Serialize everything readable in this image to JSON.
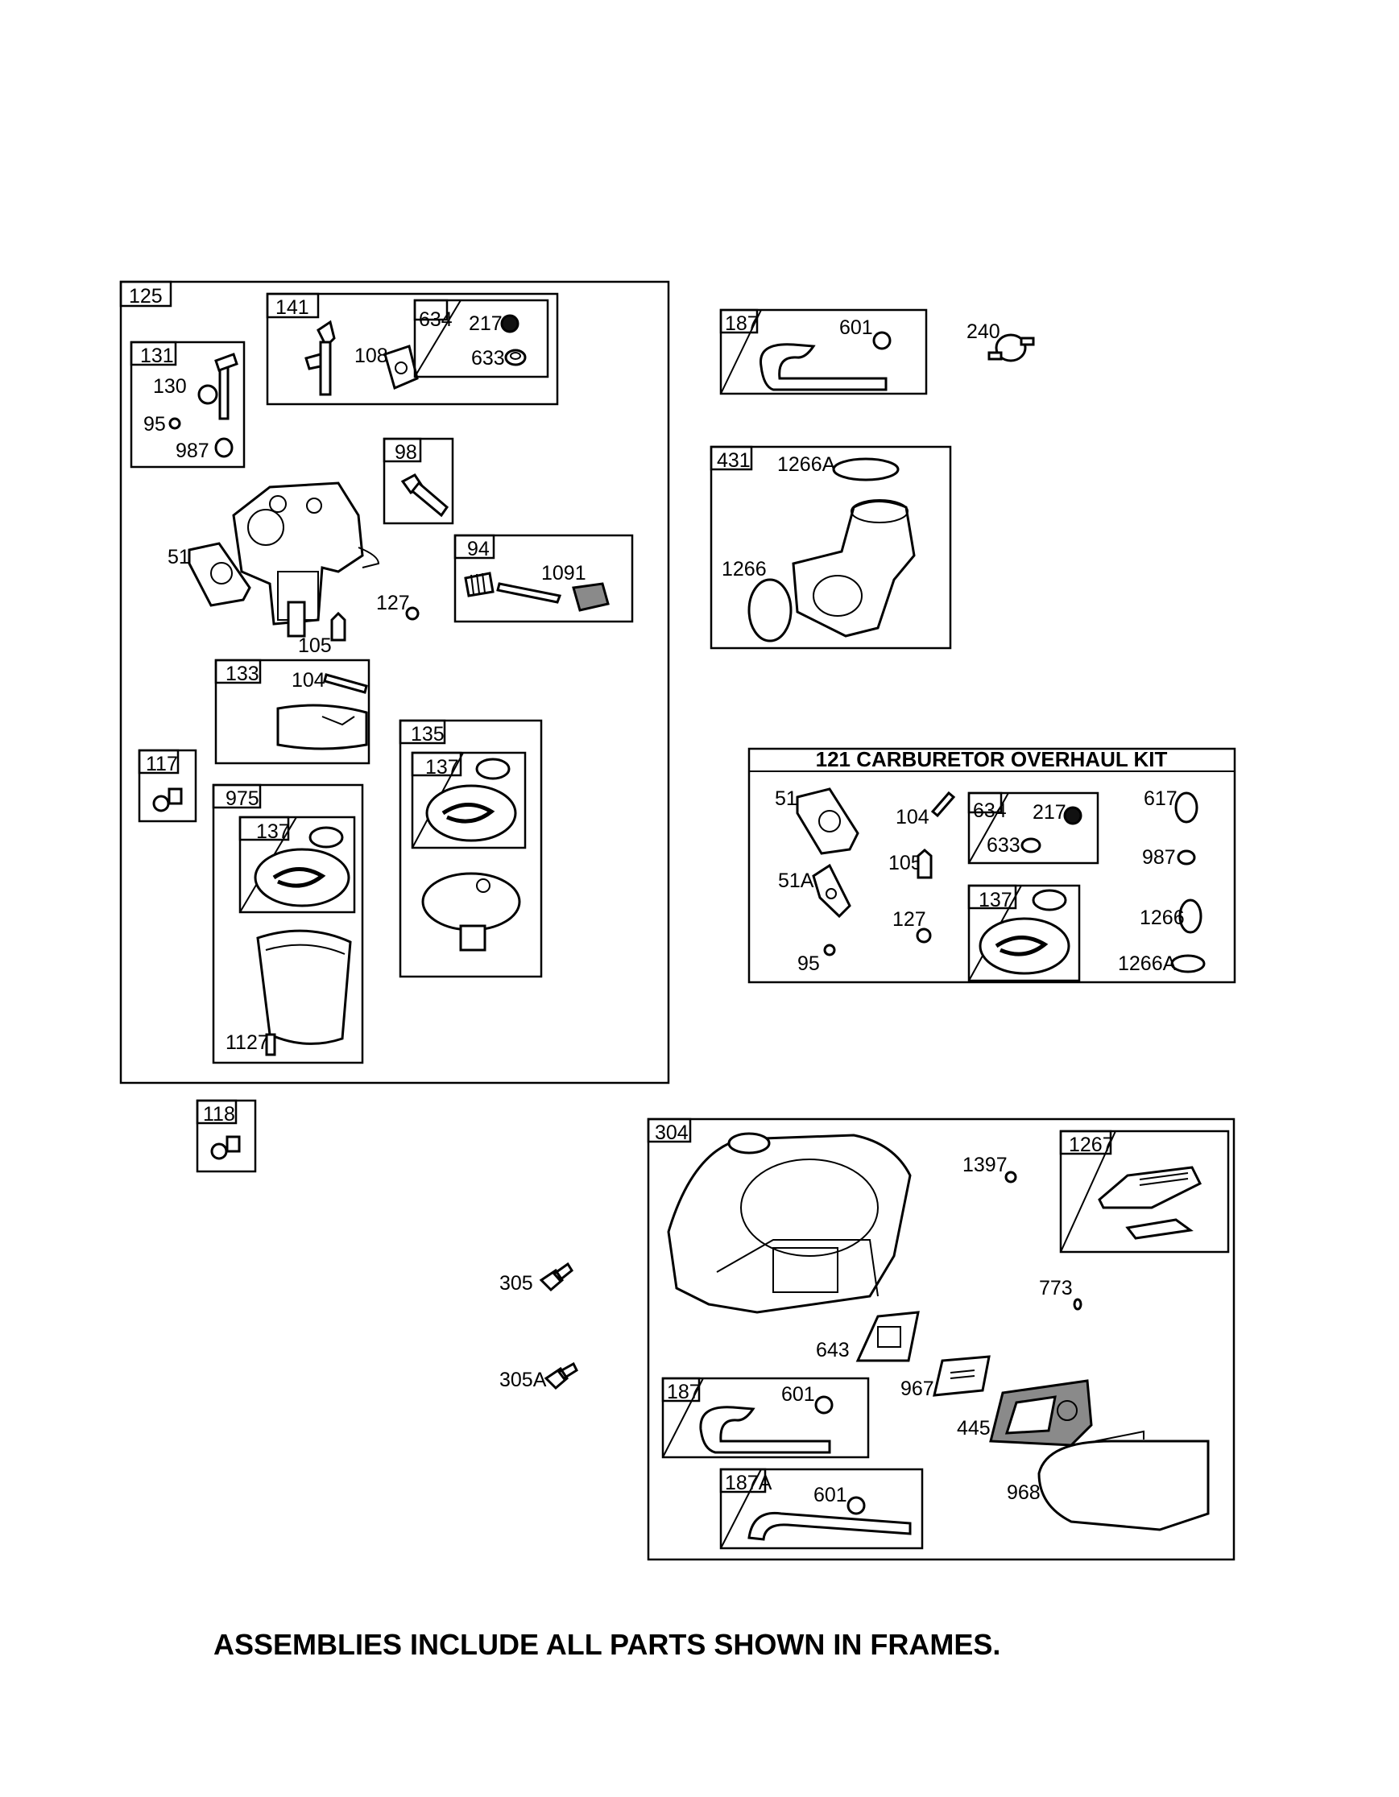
{
  "footer_text": "ASSEMBLIES INCLUDE ALL PARTS SHOWN IN FRAMES.",
  "kit": {
    "title": "121 CARBURETOR OVERHAUL KIT"
  },
  "frames": {
    "f125": "125",
    "f141": "141",
    "f634a": "634",
    "f131": "131",
    "f98": "98",
    "f94": "94",
    "f133": "133",
    "f117": "117",
    "f975": "975",
    "f137a": "137",
    "f135": "135",
    "f137b": "137",
    "f187a": "187",
    "f431": "431",
    "f634b": "634",
    "f137c": "137",
    "f118": "118",
    "f304": "304",
    "f1267": "1267",
    "f187b": "187",
    "f187A": "187A"
  },
  "labels": {
    "l217a": "217",
    "l633a": "633",
    "l108": "108",
    "l130": "130",
    "l95a": "95",
    "l987a": "987",
    "l51a": "51",
    "l127a": "127",
    "l105a": "105",
    "l1091": "1091",
    "l104a": "104",
    "l1127": "1127",
    "l601a": "601",
    "l240": "240",
    "l1266Aa": "1266A",
    "l1266a": "1266",
    "l51b": "51",
    "l104b": "104",
    "l217b": "217",
    "l633b": "633",
    "l617": "617",
    "l987b": "987",
    "l51A": "51A",
    "l105b": "105",
    "l127b": "127",
    "l1266b": "1266",
    "l95b": "95",
    "l1266Ab": "1266A",
    "l1397": "1397",
    "l773": "773",
    "l305": "305",
    "l305A": "305A",
    "l643": "643",
    "l967": "967",
    "l445": "445",
    "l968": "968",
    "l601b": "601",
    "l601c": "601"
  }
}
